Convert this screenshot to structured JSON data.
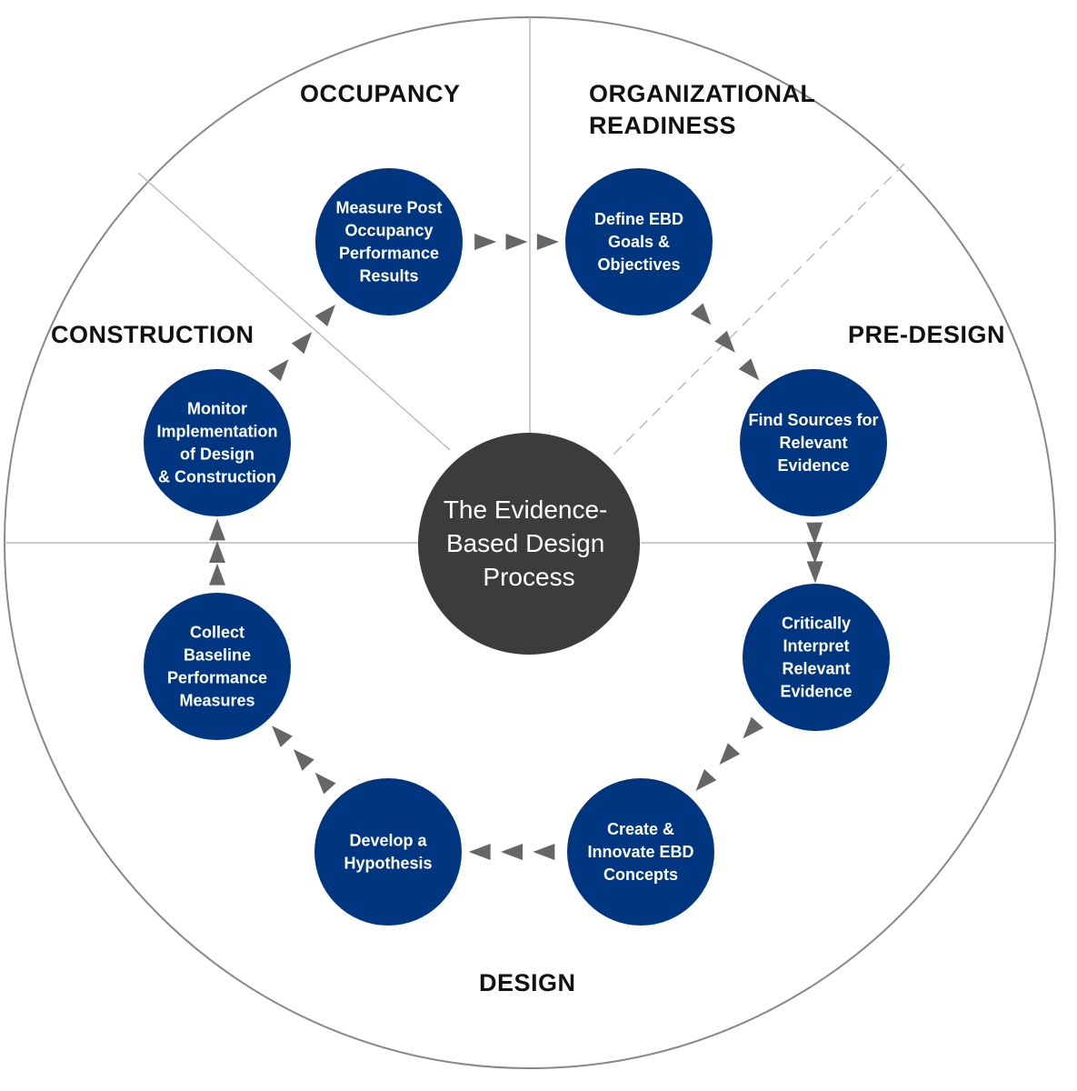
{
  "diagram": {
    "center_title_lines": [
      "The Evidence-",
      "Based Design",
      "Process"
    ],
    "phases": [
      {
        "id": "occupancy",
        "lines": [
          "OCCUPANCY"
        ]
      },
      {
        "id": "organizational-readiness",
        "lines": [
          "ORGANIZATIONAL",
          "READINESS"
        ]
      },
      {
        "id": "pre-design",
        "lines": [
          "PRE-DESIGN"
        ]
      },
      {
        "id": "construction",
        "lines": [
          "CONSTRUCTION"
        ]
      },
      {
        "id": "design",
        "lines": [
          "DESIGN"
        ]
      }
    ],
    "steps": [
      {
        "id": "define-ebd-goals",
        "lines": [
          "Define EBD",
          "Goals &",
          "Objectives"
        ]
      },
      {
        "id": "find-sources",
        "lines": [
          "Find Sources for",
          "Relevant",
          "Evidence"
        ]
      },
      {
        "id": "critically-interpret",
        "lines": [
          "Critically",
          "Interpret",
          "Relevant",
          "Evidence"
        ]
      },
      {
        "id": "create-innovate",
        "lines": [
          "Create &",
          "Innovate EBD",
          "Concepts"
        ]
      },
      {
        "id": "develop-hypothesis",
        "lines": [
          "Develop a",
          "Hypothesis"
        ]
      },
      {
        "id": "collect-baseline",
        "lines": [
          "Collect",
          "Baseline",
          "Performance",
          "Measures"
        ]
      },
      {
        "id": "monitor-implementation",
        "lines": [
          "Monitor",
          "Implementation",
          "of Design",
          "& Construction"
        ]
      },
      {
        "id": "measure-post-occupancy",
        "lines": [
          "Measure Post",
          "Occupancy",
          "Performance",
          "Results"
        ]
      }
    ],
    "colors": {
      "step_fill": "#003580",
      "center_fill": "#3c3c3c",
      "arrow_fill": "#666666",
      "divider": "#bbbbbb",
      "outer_ring": "#888888"
    }
  }
}
